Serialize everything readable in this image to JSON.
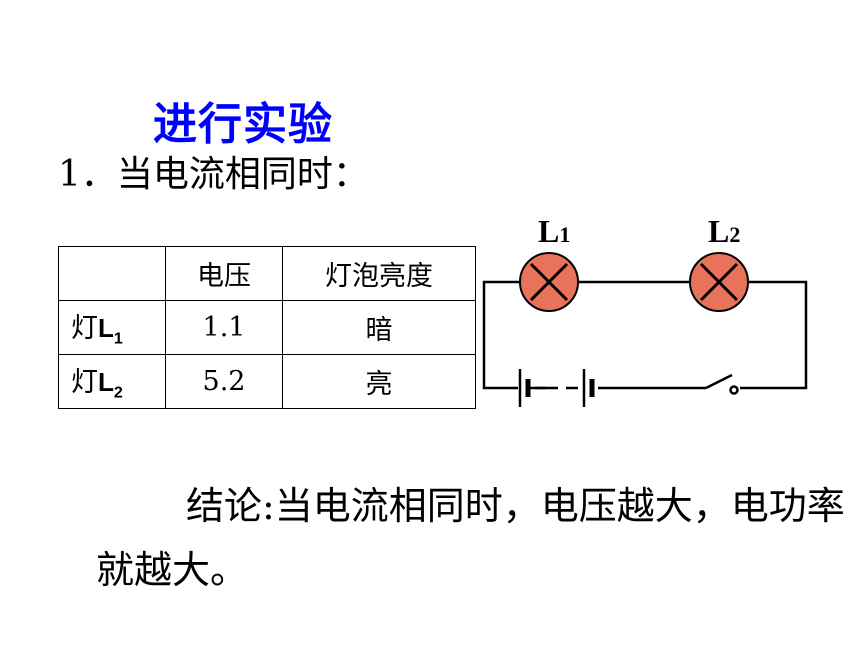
{
  "slide": {
    "title": "进行实验",
    "heading": "1．当电流相同时：",
    "table": {
      "headers": [
        "",
        "电压",
        "灯泡亮度"
      ],
      "rows": [
        {
          "lamp_prefix": "灯",
          "lamp_letter": "L",
          "lamp_sub": "1",
          "voltage": "1.1",
          "brightness": "暗"
        },
        {
          "lamp_prefix": "灯",
          "lamp_letter": "L",
          "lamp_sub": "2",
          "voltage": "5.2",
          "brightness": "亮"
        }
      ]
    },
    "circuit": {
      "bulb1_letter": "L",
      "bulb1_sub": "1",
      "bulb2_letter": "L",
      "bulb2_sub": "2",
      "bulb_color": "#e8735a"
    },
    "conclusion": "结论:当电流相同时，电压越大，电功率就越大。"
  }
}
